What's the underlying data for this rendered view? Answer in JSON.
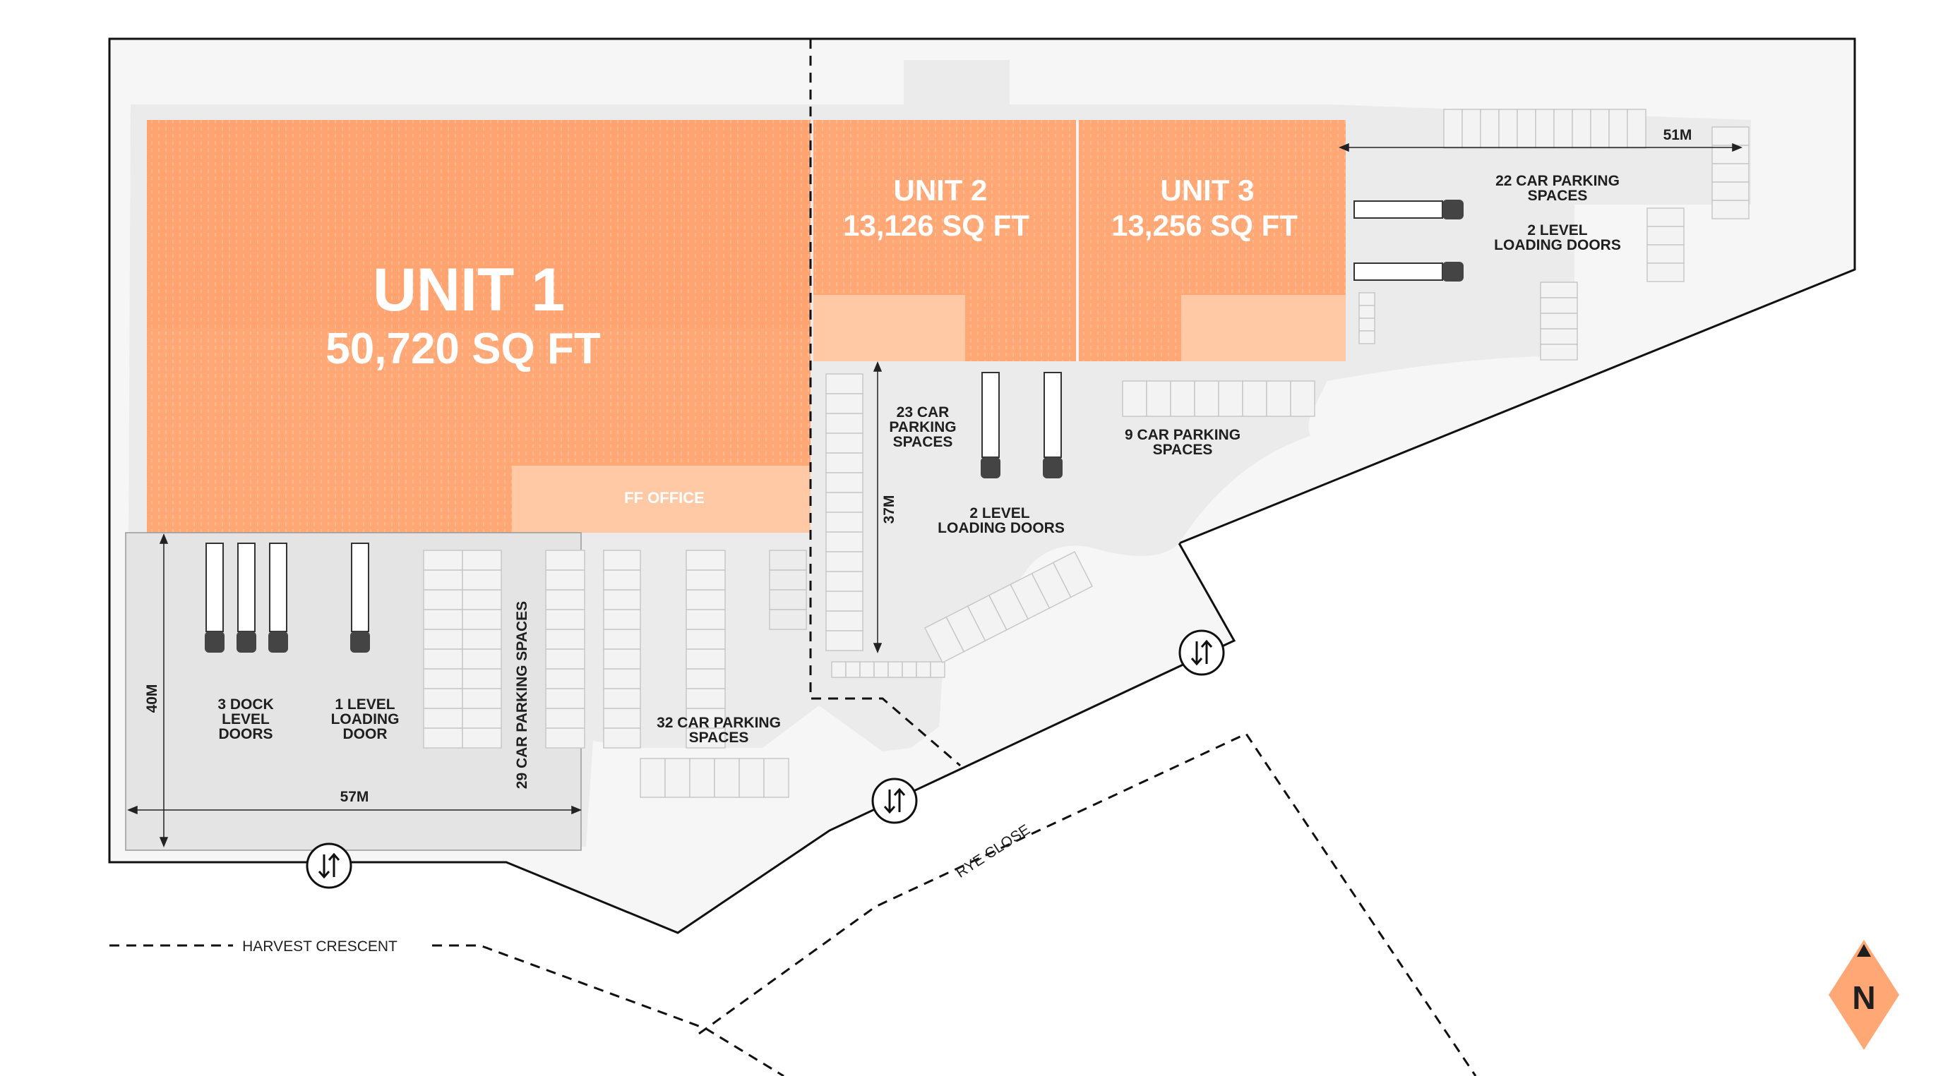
{
  "units": [
    {
      "name": "UNIT 1",
      "area": "50,720 SQ FT"
    },
    {
      "name": "UNIT 2",
      "area": "13,126 SQ FT"
    },
    {
      "name": "UNIT 3",
      "area": "13,256 SQ FT"
    }
  ],
  "office_label": "FF OFFICE",
  "labels": {
    "dock_doors": [
      "3 DOCK",
      "LEVEL",
      "DOORS"
    ],
    "level_door_unit1": [
      "1 LEVEL",
      "LOADING",
      "DOOR"
    ],
    "parking_29": "29 CAR PARKING SPACES",
    "parking_32": [
      "32 CAR PARKING",
      "SPACES"
    ],
    "parking_23": [
      "23 CAR",
      "PARKING",
      "SPACES"
    ],
    "parking_9": [
      "9 CAR PARKING",
      "SPACES"
    ],
    "parking_22": [
      "22 CAR PARKING",
      "SPACES"
    ],
    "loading_center": [
      "2 LEVEL",
      "LOADING DOORS"
    ],
    "loading_east": [
      "2 LEVEL",
      "LOADING DOORS"
    ]
  },
  "dimensions": {
    "d40": "40M",
    "d57": "57M",
    "d37": "37M",
    "d51": "51M"
  },
  "streets": {
    "harvest": "HARVEST CRESCENT",
    "rye": "RYE CLOSE"
  },
  "compass": "N",
  "colors": {
    "unit": "#ffa775",
    "office": "#ffc9a6",
    "yard": "#ebebeb",
    "site": "#f6f6f6",
    "outline": "#111111"
  }
}
